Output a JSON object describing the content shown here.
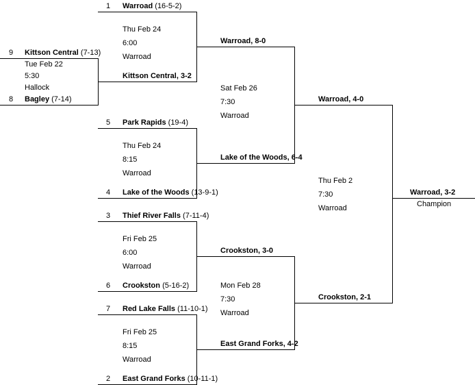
{
  "round1": {
    "g1": {
      "top": {
        "seed": "1",
        "team": "Warroad",
        "record": "(16-5-2)"
      },
      "info": [
        "Thu Feb 24",
        "6:00",
        "Warroad"
      ],
      "result": "Kittson Central, 3-2"
    },
    "playin": {
      "top": {
        "seed": "9",
        "team": "Kittson Central",
        "record": "(7-13)"
      },
      "info": [
        "Tue Feb 22",
        "5:30",
        "Hallock"
      ],
      "bottom": {
        "seed": "8",
        "team": "Bagley",
        "record": "(7-14)"
      }
    },
    "g2": {
      "top": {
        "seed": "5",
        "team": "Park Rapids",
        "record": "(19-4)"
      },
      "info": [
        "Thu Feb 24",
        "8:15",
        "Warroad"
      ],
      "bottom": {
        "seed": "4",
        "team": "Lake of the Woods",
        "record": "(13-9-1)"
      }
    },
    "g3": {
      "top": {
        "seed": "3",
        "team": "Thief River Falls",
        "record": "(7-11-4)"
      },
      "info": [
        "Fri Feb 25",
        "6:00",
        "Warroad"
      ],
      "bottom": {
        "seed": "6",
        "team": "Crookston",
        "record": "(5-16-2)"
      }
    },
    "g4": {
      "top": {
        "seed": "7",
        "team": "Red Lake Falls",
        "record": "(11-10-1)"
      },
      "info": [
        "Fri Feb 25",
        "8:15",
        "Warroad"
      ],
      "bottom": {
        "seed": "2",
        "team": "East Grand Forks",
        "record": "(10-11-1)"
      }
    }
  },
  "round2": {
    "w1": "Warroad, 8-0",
    "info1": [
      "Sat Feb 26",
      "7:30",
      "Warroad"
    ],
    "w2": "Lake of the Woods, 6-4",
    "w3": "Crookston, 3-0",
    "info2": [
      "Mon Feb 28",
      "7:30",
      "Warroad"
    ],
    "w4": "East Grand Forks, 4-2"
  },
  "semis": {
    "w1": "Warroad, 4-0",
    "info": [
      "Thu Feb 2",
      "7:30",
      "Warroad"
    ],
    "w2": "Crookston, 2-1"
  },
  "final": {
    "winner": "Warroad, 3-2",
    "label": "Champion"
  }
}
